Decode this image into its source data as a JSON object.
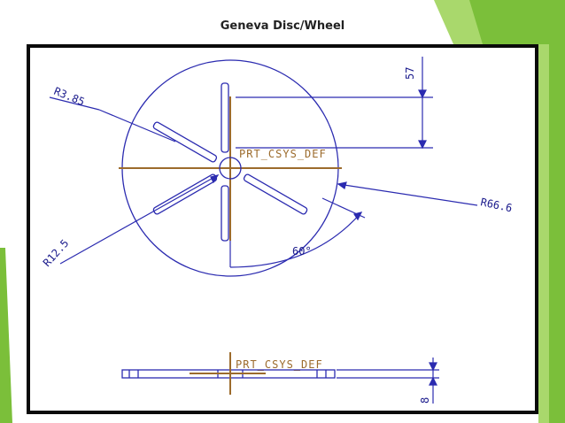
{
  "slide": {
    "title": "Geneva Disc/Wheel"
  },
  "colors": {
    "accent_green": "#7bbf3a",
    "accent_green_light": "#a9d86c",
    "frame": "#0a0a0a",
    "drawing_line": "#2b2bb0",
    "csys": "#9c6b2c"
  },
  "drawing": {
    "top_view": {
      "radius_label": "R66.6",
      "slot_radius_label": "R3.85",
      "hub_radius_label": "R12.5",
      "height_label": "57",
      "angle_label": "60°",
      "csys_label": "PRT_CSYS_DEF"
    },
    "side_view": {
      "csys_label": "PRT_CSYS_DEF",
      "thickness_label": "8"
    }
  }
}
